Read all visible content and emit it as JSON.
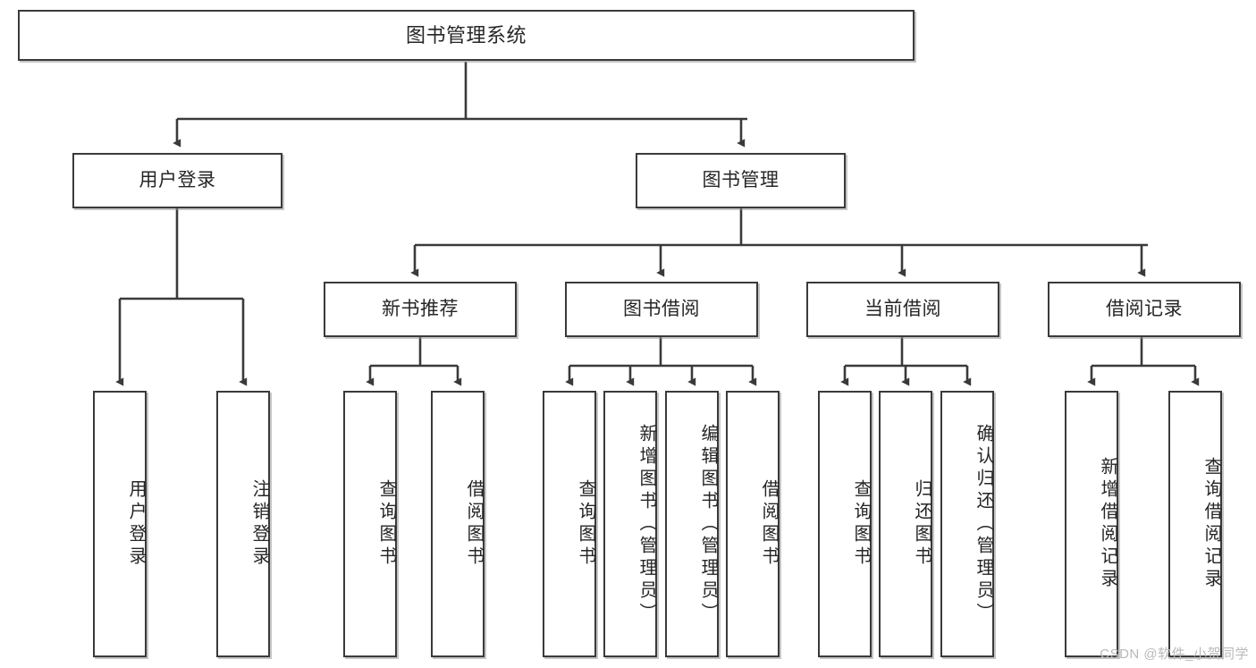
{
  "diagram": {
    "title": "图书管理系统",
    "type": "tree-hierarchy",
    "watermark": "CSDN @软件_小贺同学",
    "colors": {
      "box_border": "#3a3a3a",
      "box_fill": "#ffffff",
      "edge": "#3a3a3a",
      "text": "#262626",
      "watermark": "#b9b9b9",
      "background": "#ffffff"
    },
    "nodes": {
      "root": {
        "label": "图书管理系统"
      },
      "level2": [
        {
          "label": "用户登录"
        },
        {
          "label": "图书管理"
        }
      ],
      "level3": [
        {
          "label": "新书推荐"
        },
        {
          "label": "图书借阅"
        },
        {
          "label": "当前借阅"
        },
        {
          "label": "借阅记录"
        }
      ],
      "leaves": {
        "user_login": [
          {
            "label": "用户登录"
          },
          {
            "label": "注销登录"
          }
        ],
        "new_book_recommend": [
          {
            "label": "查询图书"
          },
          {
            "label": "借阅图书"
          }
        ],
        "book_borrow": [
          {
            "label": "查询图书"
          },
          {
            "label": "新增图书（管理员）"
          },
          {
            "label": "编辑图书（管理员）"
          },
          {
            "label": "借阅图书"
          }
        ],
        "current_borrow": [
          {
            "label": "查询图书"
          },
          {
            "label": "归还图书"
          },
          {
            "label": "确认归还（管理员）"
          }
        ],
        "borrow_records": [
          {
            "label": "新增借阅记录"
          },
          {
            "label": "查询借阅记录"
          }
        ]
      }
    }
  }
}
